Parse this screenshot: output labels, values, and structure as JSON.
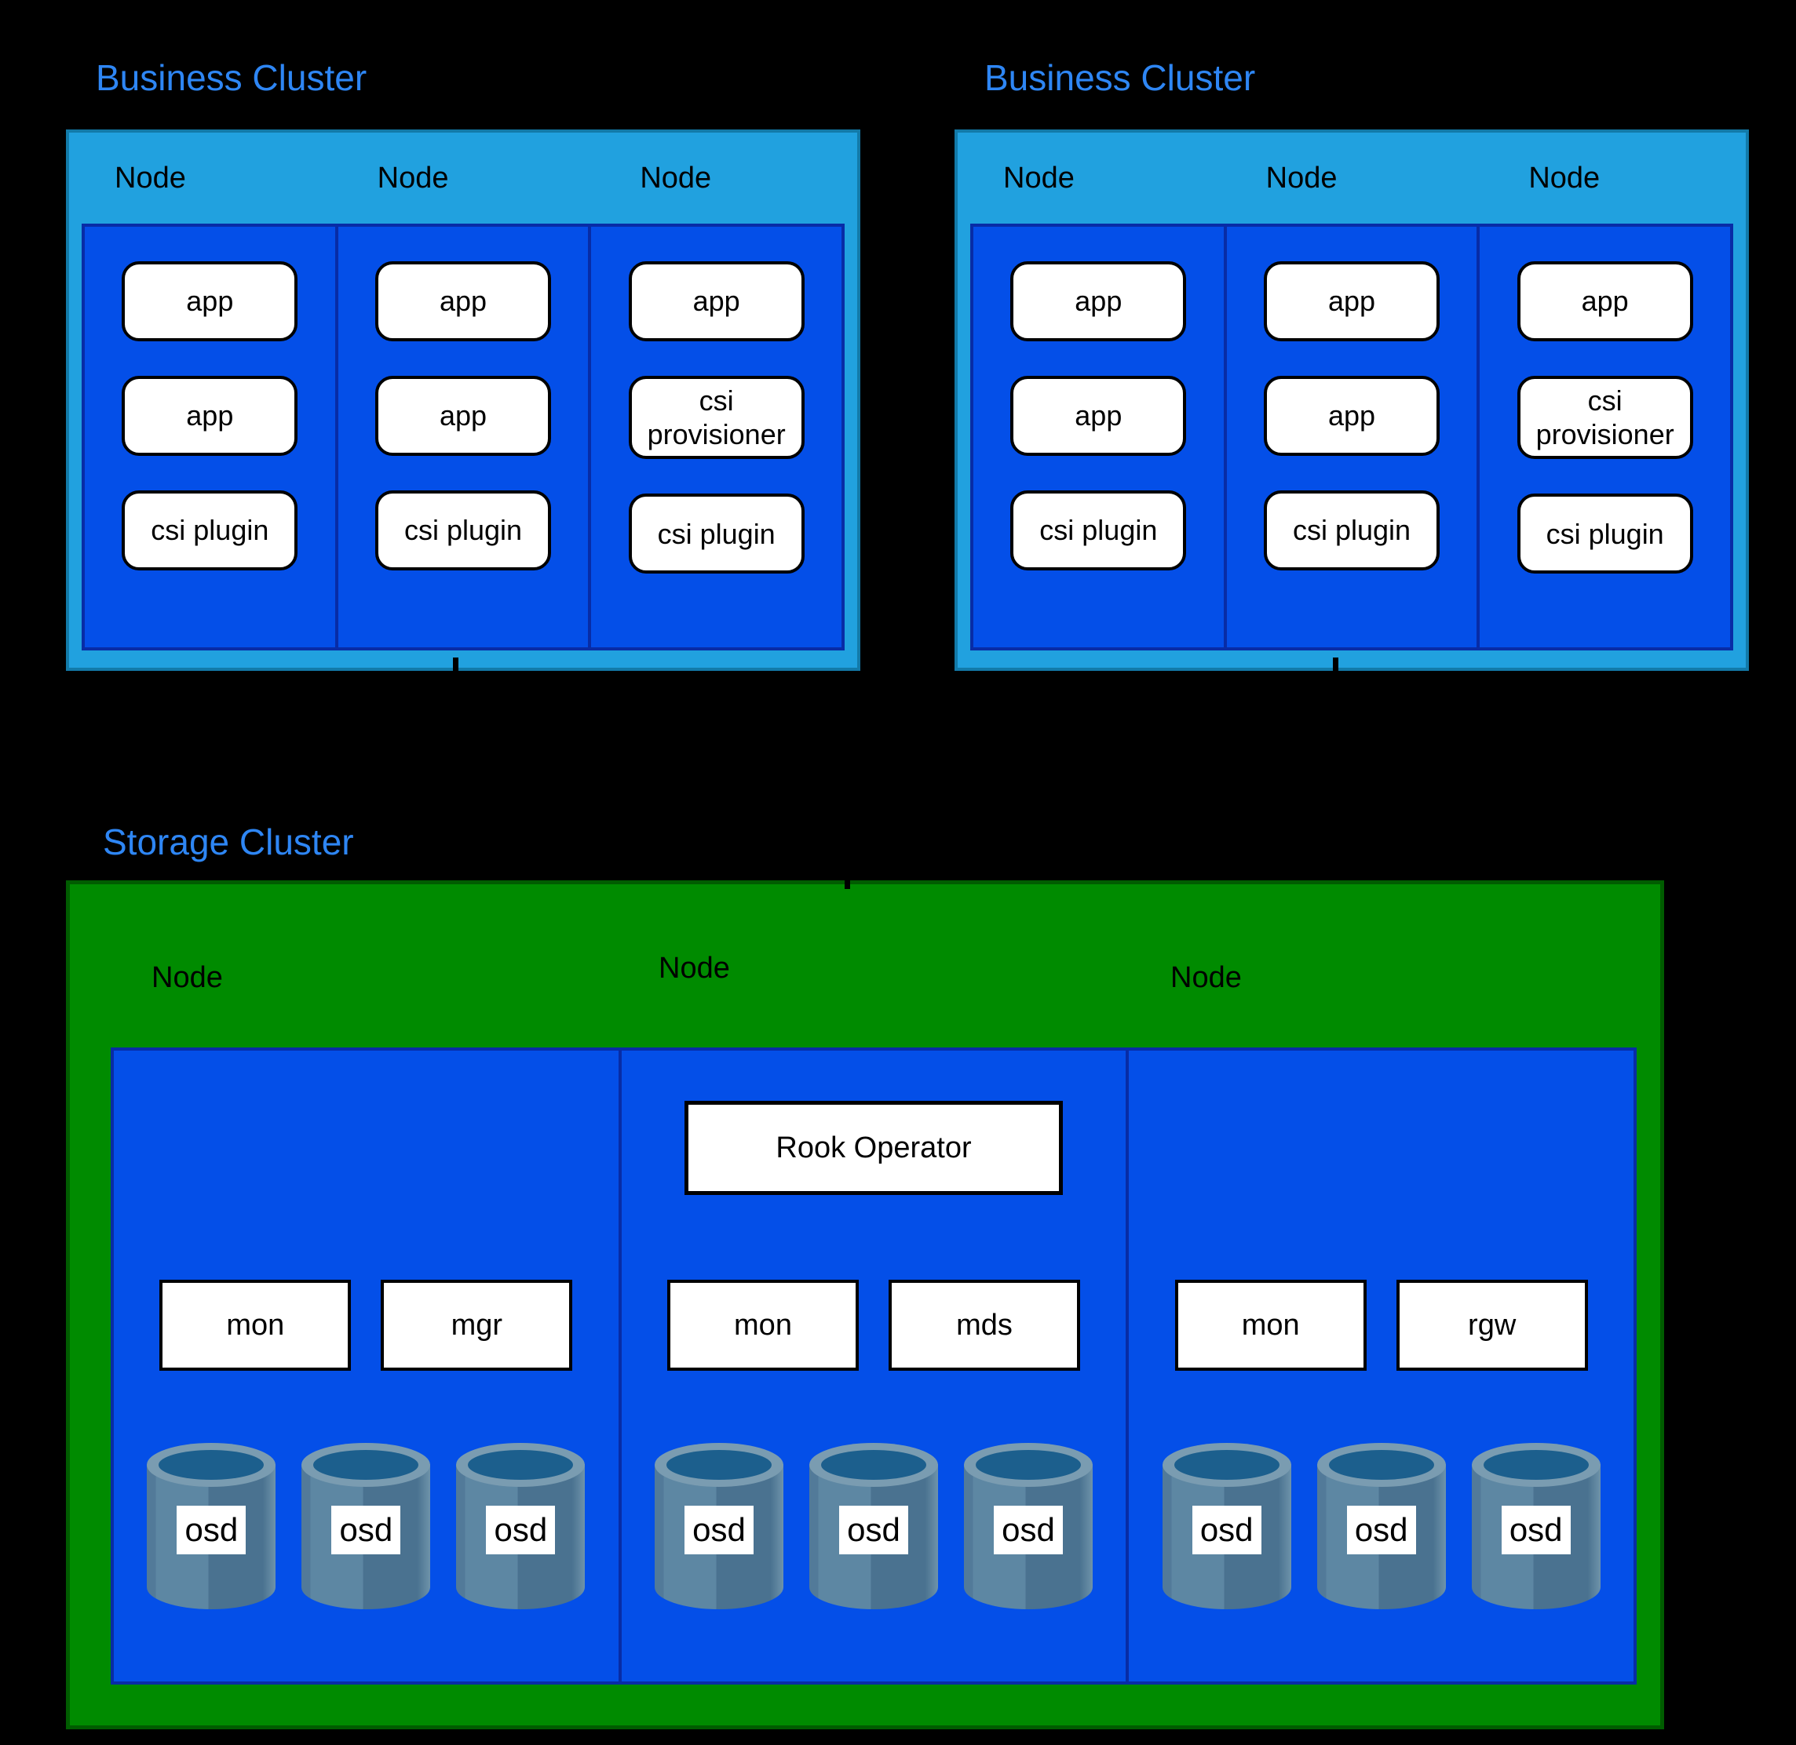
{
  "business_clusters": [
    {
      "title": "Business Cluster",
      "nodes": [
        {
          "label": "Node",
          "pods": [
            "app",
            "app",
            "csi plugin"
          ]
        },
        {
          "label": "Node",
          "pods": [
            "app",
            "app",
            "csi plugin"
          ]
        },
        {
          "label": "Node",
          "pods": [
            "app",
            "csi provisioner",
            "csi plugin"
          ]
        }
      ]
    },
    {
      "title": "Business Cluster",
      "nodes": [
        {
          "label": "Node",
          "pods": [
            "app",
            "app",
            "csi plugin"
          ]
        },
        {
          "label": "Node",
          "pods": [
            "app",
            "app",
            "csi plugin"
          ]
        },
        {
          "label": "Node",
          "pods": [
            "app",
            "csi provisioner",
            "csi plugin"
          ]
        }
      ]
    }
  ],
  "storage_cluster": {
    "title": "Storage Cluster",
    "nodes": [
      {
        "label": "Node",
        "services": [
          "mon",
          "mgr"
        ],
        "osds": [
          "osd",
          "osd",
          "osd"
        ]
      },
      {
        "label": "Node",
        "operator": "Rook Operator",
        "services": [
          "mon",
          "mds"
        ],
        "osds": [
          "osd",
          "osd",
          "osd"
        ]
      },
      {
        "label": "Node",
        "services": [
          "mon",
          "rgw"
        ],
        "osds": [
          "osd",
          "osd",
          "osd"
        ]
      }
    ]
  },
  "colors": {
    "background": "#000000",
    "title_text": "#2E86F4",
    "business_box": "#21A1DF",
    "business_box_border": "#127AA9",
    "node_panel": "#044FE8",
    "node_panel_border": "#082CA6",
    "storage_box": "#008B00",
    "storage_box_border": "#005C00",
    "pod_fill": "#FFFFFF",
    "pod_border": "#000000",
    "cylinder_body": "#5D87A3",
    "cylinder_body_shade": "#4A7290",
    "cylinder_rim": "#7A9CB1",
    "cylinder_opening": "#1C5F8D"
  }
}
